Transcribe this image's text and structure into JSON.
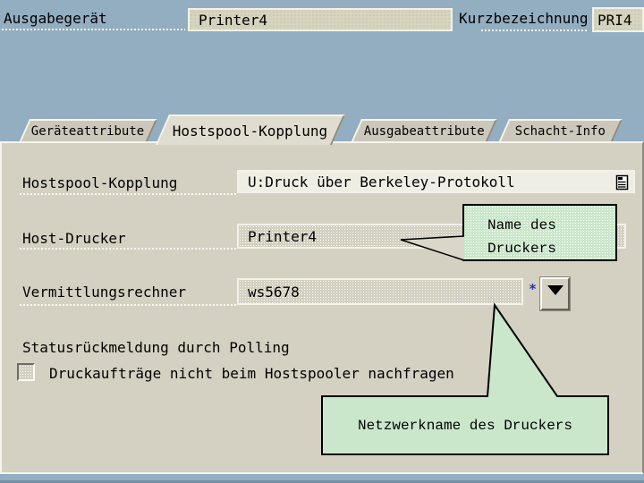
{
  "header": {
    "output_device_label": "Ausgabegerät",
    "output_device_value": "Printer4",
    "short_name_label": "Kurzbezeichnung",
    "short_name_value": "PRI4"
  },
  "tabs": [
    {
      "label": "Geräteattribute",
      "active": false
    },
    {
      "label": "Hostspool-Kopplung",
      "active": true
    },
    {
      "label": "Ausgabeattribute",
      "active": false
    },
    {
      "label": "Schacht-Info",
      "active": false
    }
  ],
  "panel": {
    "rows": [
      {
        "label": "Hostspool-Kopplung",
        "value": "U:Druck über Berkeley-Protokoll",
        "icon": "list-icon"
      },
      {
        "label": "Host-Drucker",
        "value": "Printer4"
      },
      {
        "label": "Vermittlungsrechner",
        "value": "ws5678",
        "required_marker": "*",
        "icon": "dropdown-arrow-icon"
      }
    ],
    "polling_heading": "Statusrückmeldung durch Polling",
    "checkbox": {
      "label": "Druckaufträge nicht beim Hostspooler nachfragen",
      "checked": false
    }
  },
  "callouts": [
    {
      "text": "Name des Druckers",
      "lines": [
        "Name des",
        "Druckers"
      ],
      "points_to": "Host-Drucker field"
    },
    {
      "text": "Netzwerkname des Druckers",
      "points_to": "Vermittlungsrechner field"
    }
  ],
  "colors": {
    "window_background": "#93adc1",
    "panel_background": "#d4d1c3",
    "active_tab": "#e0ddd0",
    "inactive_tab": "#cbc8bb",
    "field_beige": "#d8d4bc",
    "field_gray": "#d3d0c2",
    "field_cream": "#eae8db",
    "callout_green": "#cbe7cb",
    "required_marker_blue": "#2233bb",
    "text": "#000000"
  }
}
